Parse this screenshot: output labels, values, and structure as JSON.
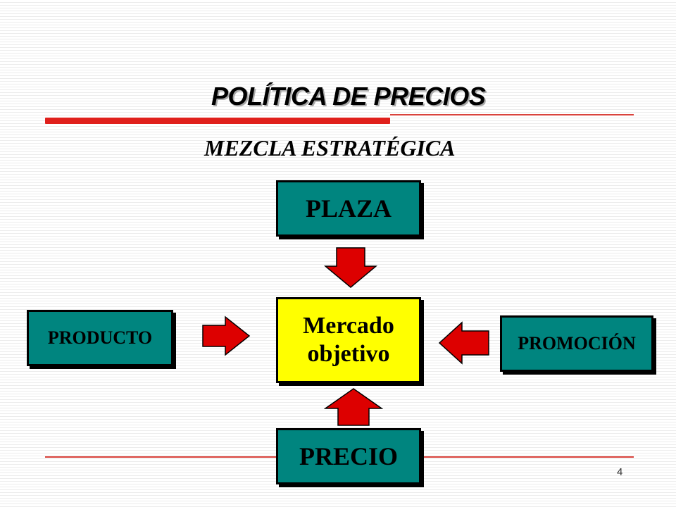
{
  "slide": {
    "title": "POLÍTICA DE PRECIOS",
    "subtitle": "MEZCLA  ESTRATÉGICA",
    "page_number": "4"
  },
  "diagram": {
    "top": "PLAZA",
    "left": "PRODUCTO",
    "right": "PROMOCIÓN",
    "bottom": "PRECIO",
    "center_line1": "Mercado",
    "center_line2": "objetivo"
  },
  "colors": {
    "box_fill": "#00857f",
    "center_fill": "#ffff00",
    "arrow_fill": "#dd0000",
    "accent_rule": "#e0201c"
  },
  "icons": {
    "arrows": [
      "arrow-down-icon",
      "arrow-right-icon",
      "arrow-left-icon",
      "arrow-up-icon"
    ]
  }
}
